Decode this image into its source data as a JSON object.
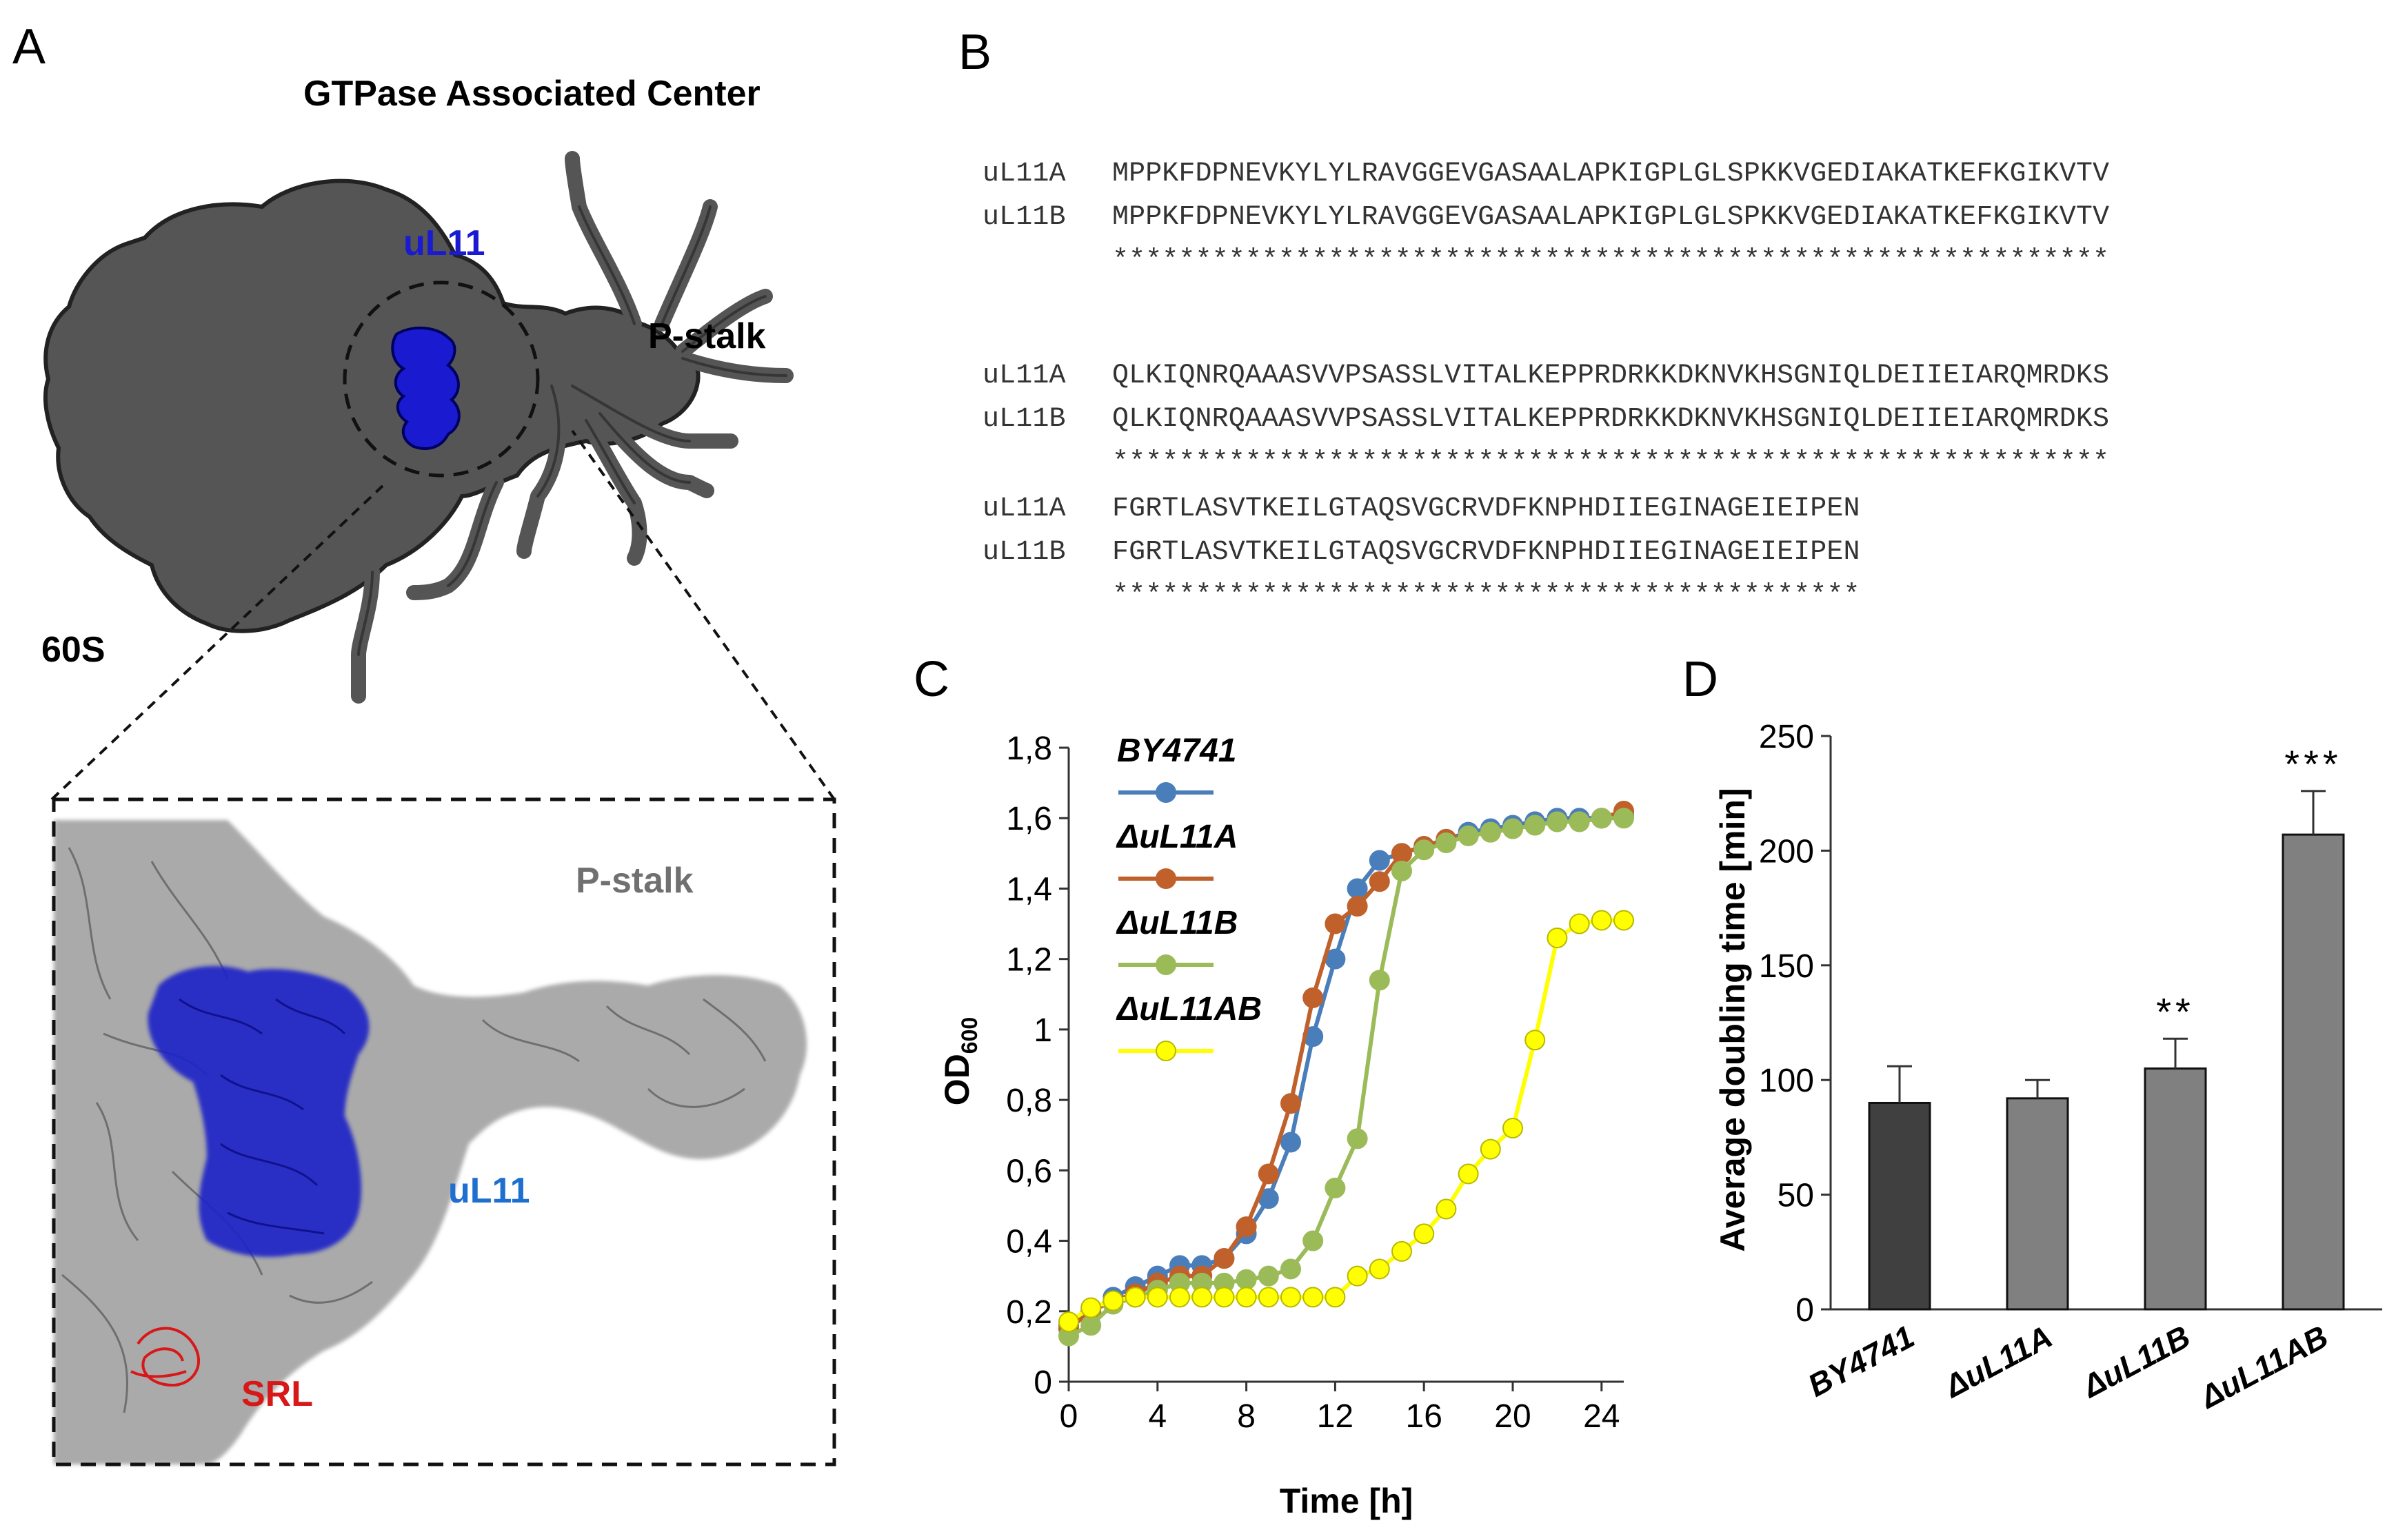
{
  "panels": {
    "a": {
      "letter": "A",
      "title": "GTPase Associated Center",
      "label_ul11": "uL11",
      "label_pstalk": "P-stalk",
      "label_60s": "60S",
      "inset_pstalk": "P-stalk",
      "inset_ul11": "uL11",
      "inset_srl": "SRL",
      "colors": {
        "protein_blue": "#1a1ad0",
        "ribosome_gray": "#5a5a5a",
        "srl_red": "#d81818",
        "ul11_label": "#1f6fd0"
      }
    },
    "b": {
      "letter": "B",
      "blocks": [
        {
          "a_name": "uL11A",
          "a_seq": "MPPKFDPNEVKYLYLRAVGGEVGASAALAPKIGPLGLSPKKVGEDIAKATKEFKGIKVTV",
          "b_name": "uL11B",
          "b_seq": "MPPKFDPNEVKYLYLRAVGGEVGASAALAPKIGPLGLSPKKVGEDIAKATKEFKGIKVTV",
          "stars": "************************************************************"
        },
        {
          "a_name": "uL11A",
          "a_seq": "QLKIQNRQAAASVVPSASSLVITALKEPPRDRKKDKNVKHSGNIQLDEIIEIARQMRDKS",
          "b_name": "uL11B",
          "b_seq": "QLKIQNRQAAASVVPSASSLVITALKEPPRDRKKDKNVKHSGNIQLDEIIEIARQMRDKS",
          "stars": "************************************************************"
        },
        {
          "a_name": "uL11A",
          "a_seq": "FGRTLASVTKEILGTAQSVGCRVDFKNPHDIIEGINAGEIEIPEN",
          "b_name": "uL11B",
          "b_seq": "FGRTLASVTKEILGTAQSVGCRVDFKNPHDIIEGINAGEIEIPEN",
          "stars": "*********************************************"
        }
      ]
    },
    "c": {
      "letter": "C"
    },
    "d": {
      "letter": "D"
    }
  },
  "chart_data": [
    {
      "type": "line",
      "panel": "C",
      "xlabel": "Time [h]",
      "ylabel": "OD600",
      "ylabel_main": "OD",
      "ylabel_sub": "600",
      "xlim": [
        0,
        25
      ],
      "ylim": [
        0,
        1.8
      ],
      "xticks": [
        0,
        4,
        8,
        12,
        16,
        20,
        24
      ],
      "xtick_labels": [
        "0",
        "4",
        "8",
        "12",
        "16",
        "20",
        "24"
      ],
      "yticks": [
        0,
        0.2,
        0.4,
        0.6,
        0.8,
        1.0,
        1.2,
        1.4,
        1.6,
        1.8
      ],
      "ytick_labels": [
        "0",
        "0,2",
        "0,4",
        "0,6",
        "0,8",
        "1",
        "1,2",
        "1,4",
        "1,6",
        "1,8"
      ],
      "grid": false,
      "legend": "top-left",
      "x": [
        0,
        1,
        2,
        3,
        4,
        5,
        6,
        7,
        8,
        9,
        10,
        11,
        12,
        13,
        14,
        15,
        16,
        17,
        18,
        19,
        20,
        21,
        22,
        23,
        24,
        25
      ],
      "series": [
        {
          "name": "BY4741",
          "color": "#4a7ebb",
          "values": [
            0.16,
            0.2,
            0.24,
            0.27,
            0.3,
            0.33,
            0.33,
            0.35,
            0.42,
            0.52,
            0.68,
            0.98,
            1.2,
            1.4,
            1.48,
            1.5,
            1.52,
            1.54,
            1.56,
            1.57,
            1.58,
            1.59,
            1.6,
            1.6,
            1.6,
            1.61
          ]
        },
        {
          "name": "ΔuL11A",
          "color": "#c0602a",
          "values": [
            0.15,
            0.2,
            0.23,
            0.25,
            0.28,
            0.3,
            0.3,
            0.35,
            0.44,
            0.59,
            0.79,
            1.09,
            1.3,
            1.35,
            1.42,
            1.5,
            1.52,
            1.54,
            1.55,
            1.56,
            1.57,
            1.58,
            1.59,
            1.59,
            1.6,
            1.62
          ]
        },
        {
          "name": "ΔuL11B",
          "color": "#9bbb59",
          "values": [
            0.13,
            0.16,
            0.22,
            0.24,
            0.26,
            0.28,
            0.28,
            0.28,
            0.29,
            0.3,
            0.32,
            0.4,
            0.55,
            0.69,
            1.14,
            1.45,
            1.51,
            1.53,
            1.55,
            1.56,
            1.57,
            1.58,
            1.59,
            1.59,
            1.6,
            1.6
          ]
        },
        {
          "name": "ΔuL11AB",
          "color": "#ffff00",
          "values": [
            0.17,
            0.21,
            0.23,
            0.24,
            0.24,
            0.24,
            0.24,
            0.24,
            0.24,
            0.24,
            0.24,
            0.24,
            0.24,
            0.3,
            0.32,
            0.37,
            0.42,
            0.49,
            0.59,
            0.66,
            0.72,
            0.97,
            1.26,
            1.3,
            1.31,
            1.31
          ]
        }
      ]
    },
    {
      "type": "bar",
      "panel": "D",
      "ylabel": "Average doubling time [min]",
      "xlabel": "",
      "categories": [
        "BY4741",
        "ΔuL11A",
        "ΔuL11B",
        "ΔuL11AB"
      ],
      "values": [
        90,
        92,
        105,
        207
      ],
      "errors": [
        16,
        8,
        13,
        19
      ],
      "significance": [
        "",
        "",
        "**",
        "***"
      ],
      "colors": [
        "#404040",
        "#808080",
        "#808080",
        "#808080"
      ],
      "ylim": [
        0,
        250
      ],
      "yticks": [
        0,
        50,
        100,
        150,
        200,
        250
      ],
      "grid": false
    }
  ]
}
